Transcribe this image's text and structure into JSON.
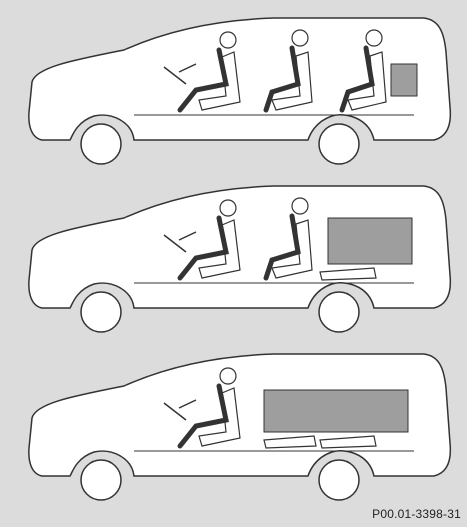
{
  "figure": {
    "caption_code": "P00.01-3398-31",
    "colors": {
      "background": "#dcdcdc",
      "car_fill": "#ffffff",
      "line": "#333333",
      "cargo": "#9e9e9e",
      "seat": "#ffffff"
    }
  },
  "configurations": [
    {
      "id": "three-rows",
      "occupied_rows": 3,
      "cargo_area": "small-behind-third-row"
    },
    {
      "id": "two-rows",
      "occupied_rows": 2,
      "cargo_area": "third-row-folded"
    },
    {
      "id": "one-row",
      "occupied_rows": 1,
      "cargo_area": "second-and-third-rows-folded"
    }
  ]
}
